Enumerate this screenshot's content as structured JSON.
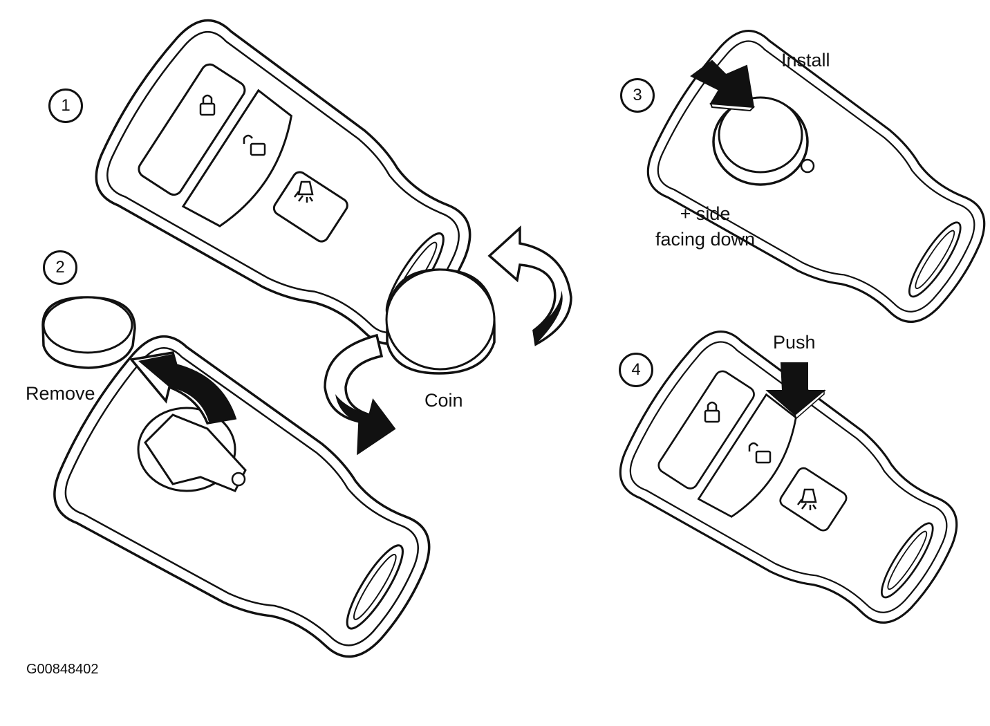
{
  "steps": [
    "1",
    "2",
    "3",
    "4"
  ],
  "labels": {
    "install": "Install",
    "side_line1": "+ side",
    "side_line2": "facing down",
    "remove": "Remove",
    "coin": "Coin",
    "push": "Push"
  },
  "figure_code": "G00848402",
  "icons": [
    "lock-icon",
    "unlock-icon",
    "panic-alarm-icon",
    "arrow-icon",
    "battery-cell"
  ],
  "colors": {
    "ink": "#111111",
    "paper": "#ffffff"
  }
}
